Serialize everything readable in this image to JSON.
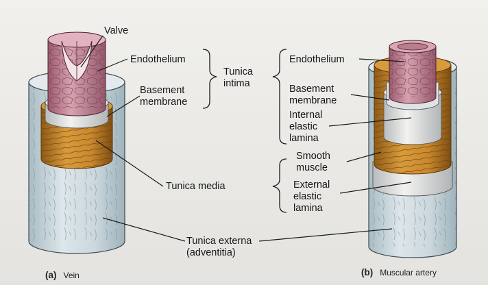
{
  "labels": {
    "valve": "Valve",
    "endothelium_a": "Endothelium",
    "basement_membrane_a": "Basement membrane",
    "basement_a_line1": "Basement",
    "basement_a_line2": "membrane",
    "tunica_intima_line1": "Tunica",
    "tunica_intima_line2": "intima",
    "endothelium_b": "Endothelium",
    "basement_b_line1": "Basement",
    "basement_b_line2": "membrane",
    "internal_elastic_line1": "Internal",
    "internal_elastic_line2": "elastic",
    "internal_elastic_line3": "lamina",
    "smooth_muscle_line1": "Smooth",
    "smooth_muscle_line2": "muscle",
    "tunica_media": "Tunica media",
    "external_elastic_line1": "External",
    "external_elastic_line2": "elastic",
    "external_elastic_line3": "lamina",
    "tunica_externa_line1": "Tunica externa",
    "tunica_externa_line2": "(adventitia)"
  },
  "captions": {
    "a_letter": "(a)",
    "a_text": "Vein",
    "b_letter": "(b)",
    "b_text": "Muscular artery"
  },
  "colors": {
    "externa": "#cfdbe0",
    "externa_shade": "#a9bcc4",
    "media": "#c9892e",
    "media_dark": "#8f5a16",
    "intima_pink": "#c98e9c",
    "intima_dark": "#9a5a6c",
    "elastic": "#ececea",
    "basement": "#d8dde0"
  }
}
